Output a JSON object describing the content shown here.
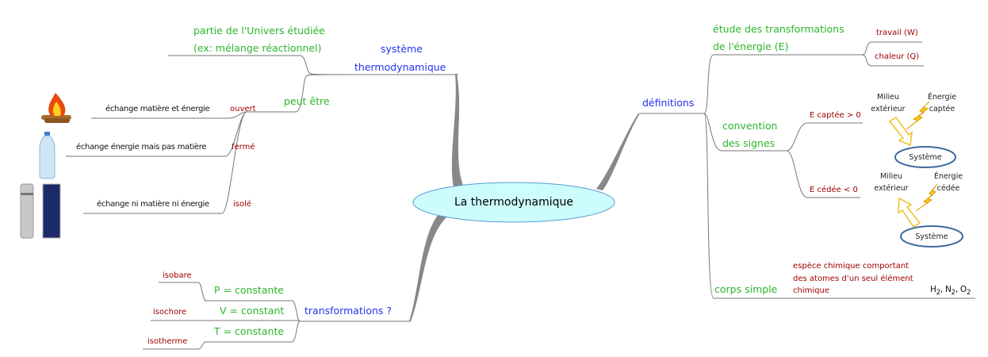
{
  "center": {
    "label": "La thermodynamique"
  },
  "systeme": {
    "label_line1": "système",
    "label_line2": "thermodynamique",
    "definition_line1": "partie de l'Univers étudiée",
    "definition_line2": "(ex: mélange réactionnel)",
    "peut_etre": {
      "label": "peut être",
      "items": [
        {
          "desc": "échange matière et énergie",
          "type": "ouvert",
          "icon": "campfire-icon"
        },
        {
          "desc": "échange énergie mais pas matière",
          "type": "fermé",
          "icon": "water-bottle-icon"
        },
        {
          "desc": "échange ni matière ni énergie",
          "type": "isolé",
          "icon": "thermos-icon"
        }
      ]
    }
  },
  "transformations": {
    "label": "transformations ?",
    "items": [
      {
        "condition": "P = constante",
        "name": "isobare"
      },
      {
        "condition": "V = constant",
        "name": "isochore"
      },
      {
        "condition": "T = constante",
        "name": "isotherme"
      }
    ]
  },
  "definitions": {
    "label": "définitions",
    "etude_line1": "étude des transformations",
    "etude_line2": "de l'énergie (E)",
    "energy_forms": [
      "travail (W)",
      "chaleur (Q)"
    ],
    "convention_line1": "convention",
    "convention_line2": "des signes",
    "captee": {
      "label": "E captée > 0",
      "milieu1": "Milieu",
      "milieu2": "extérieur",
      "energie1": "Énergie",
      "energie2": "captée",
      "systeme": "Système"
    },
    "cedee": {
      "label": "E cédée < 0",
      "milieu1": "Milieu",
      "milieu2": "extérieur",
      "energie1": "Énergie",
      "energie2": "cédée",
      "systeme": "Système"
    },
    "corps_simple": {
      "label": "corps simple",
      "desc_line1": "espèce chimique comportant",
      "desc_line2": "des atomes d’un seul élément",
      "desc_line3": "chimique",
      "examples": [
        "H",
        "2",
        ", N",
        "2",
        ", O",
        "2"
      ]
    }
  },
  "colors": {
    "green": "#2cb52c",
    "blue": "#2233ee",
    "red": "#a00000",
    "ellipse_fill": "#ccfcfc"
  }
}
